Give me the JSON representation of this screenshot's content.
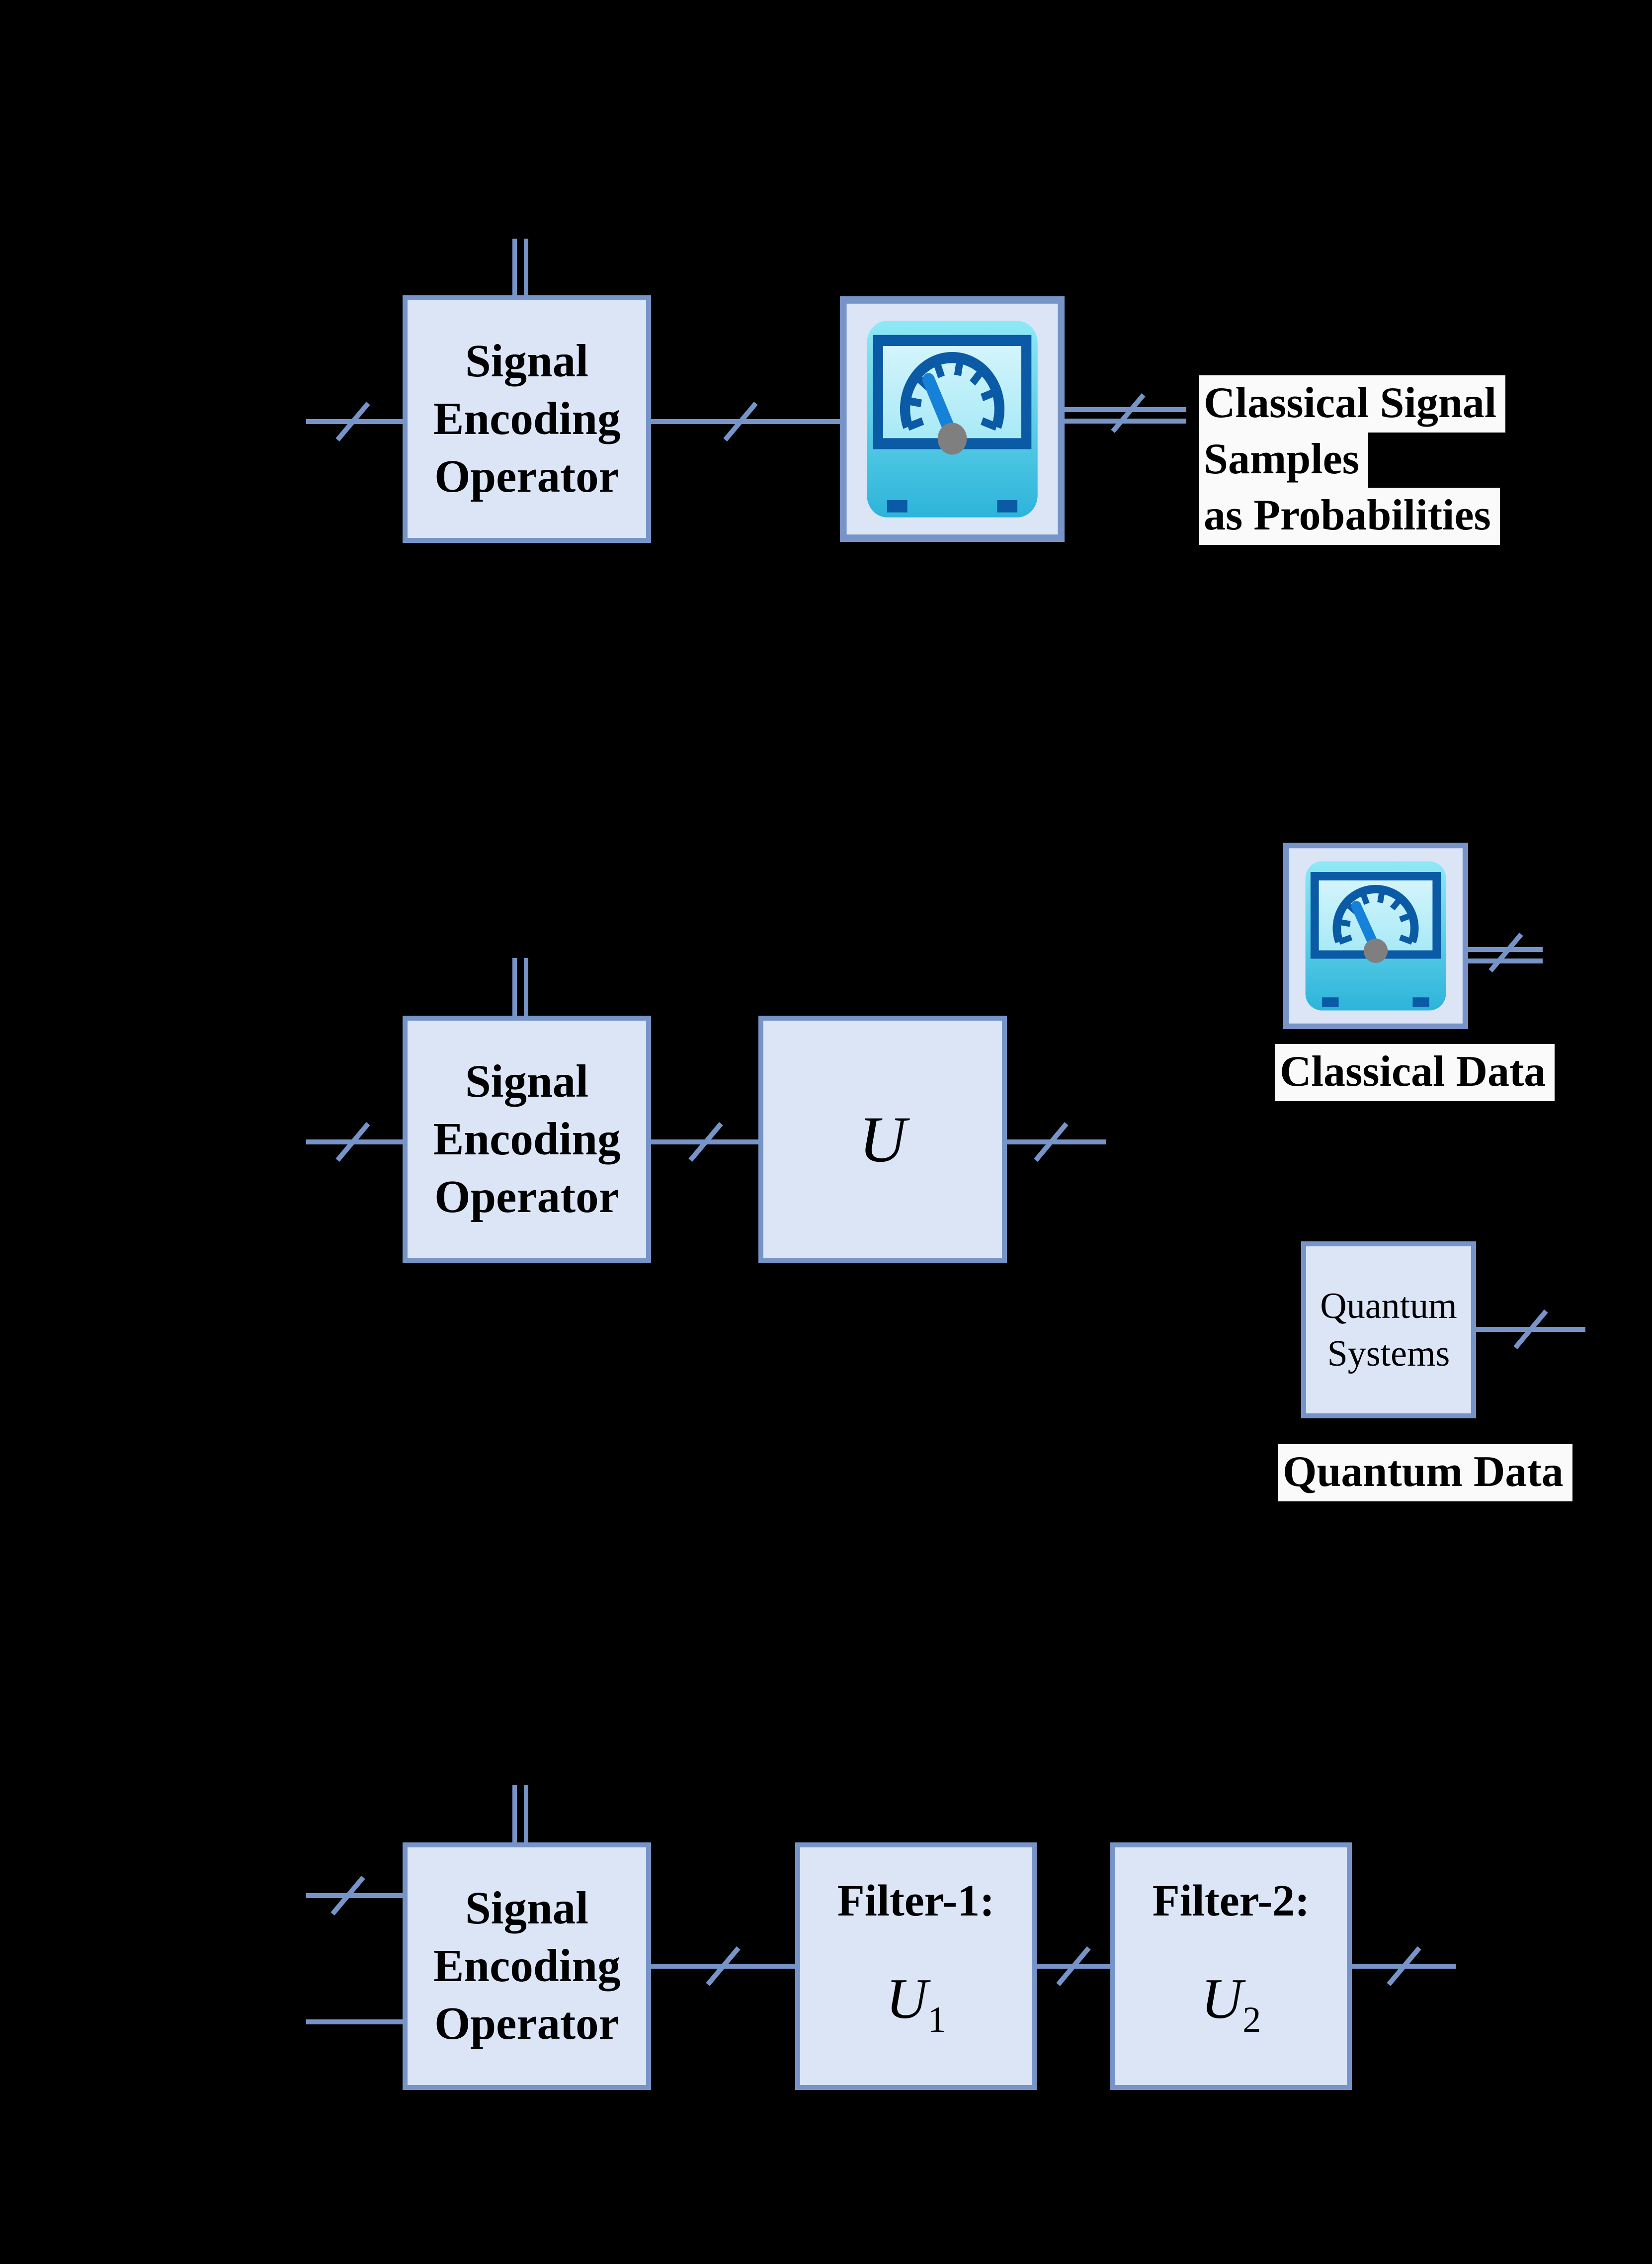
{
  "background": "#000000",
  "colors": {
    "wire": "#7694c7",
    "box_border": "#7694c7",
    "box_fill": "#dbe5f6",
    "text": "#000000",
    "label_highlight": "#fafafa",
    "meter_frame": "#0b5aa5",
    "meter_needle": "#1581d8",
    "meter_pivot": "#7f7f7f",
    "meter_body_top": "#8fe9f5",
    "meter_body_bottom": "#2cb4da"
  },
  "icons": {
    "meter": "analog-gauge-meter-icon"
  },
  "section_top": {
    "encoder_lines": [
      "Signal",
      "Encoding",
      "Operator"
    ],
    "result_lines": [
      "Classical Signal",
      "Samples",
      "as Probabilities"
    ]
  },
  "section_middle": {
    "encoder_lines": [
      "Signal",
      "Encoding",
      "Operator"
    ],
    "unitary_symbol": "U",
    "classical_label": "Classical Data",
    "quantum_box_lines": [
      "Quantum",
      "Systems"
    ],
    "quantum_label": "Quantum Data"
  },
  "section_bottom": {
    "encoder_lines": [
      "Signal",
      "Encoding",
      "Operator"
    ],
    "filter1_title": "Filter-1:",
    "filter1_symbol": "U",
    "filter1_sub": "1",
    "filter2_title": "Filter-2:",
    "filter2_symbol": "U",
    "filter2_sub": "2"
  }
}
